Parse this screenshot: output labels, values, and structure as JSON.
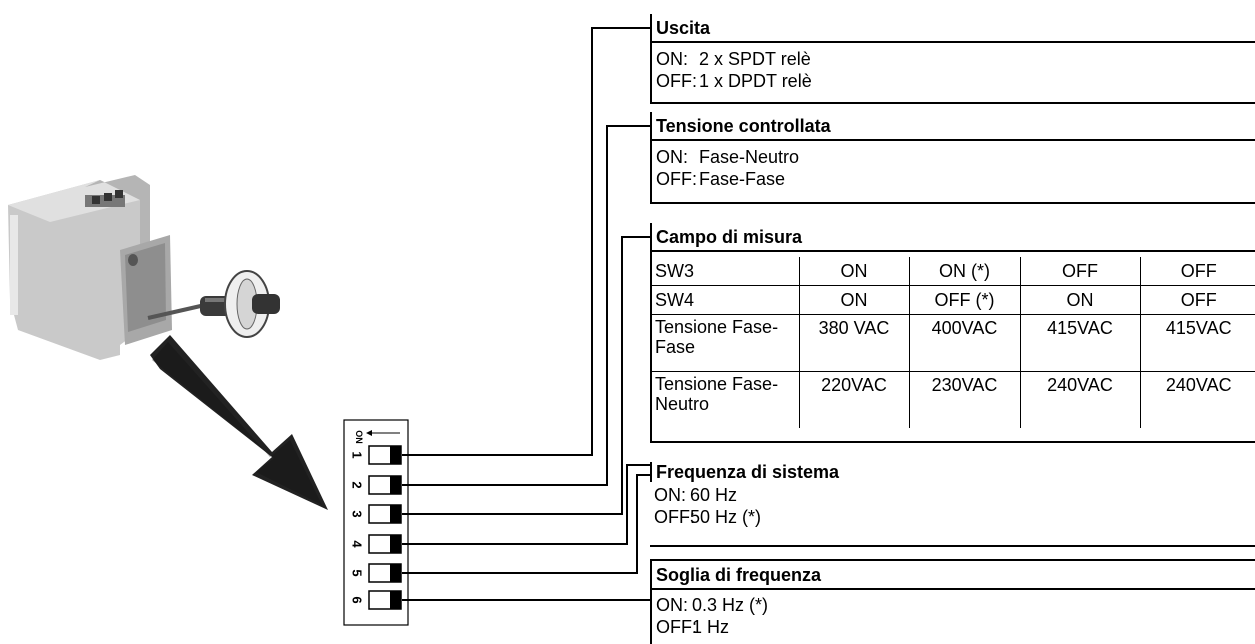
{
  "dip_switch": {
    "on_label": "ON",
    "positions": [
      "1",
      "2",
      "3",
      "4",
      "5",
      "6"
    ]
  },
  "sections": {
    "uscita": {
      "title": "Uscita",
      "options": [
        {
          "key": "ON:",
          "value": "2 x SPDT relè"
        },
        {
          "key": "OFF:",
          "value": "1 x DPDT relè"
        }
      ]
    },
    "tensione": {
      "title": "Tensione controllata",
      "options": [
        {
          "key": "ON:",
          "value": "Fase-Neutro"
        },
        {
          "key": "OFF:",
          "value": "Fase-Fase"
        }
      ]
    },
    "campo": {
      "title": "Campo di misura",
      "rows": [
        {
          "label": "SW3",
          "values": [
            "ON",
            "ON (*)",
            "OFF",
            "OFF"
          ]
        },
        {
          "label": "SW4",
          "values": [
            "ON",
            "OFF (*)",
            "ON",
            "OFF"
          ]
        },
        {
          "label": "Tensione Fase-Fase",
          "values": [
            "380 VAC",
            "400VAC",
            "415VAC",
            "415VAC"
          ]
        },
        {
          "label": "Tensione Fase-Neutro",
          "values": [
            "220VAC",
            "230VAC",
            "240VAC",
            "240VAC"
          ]
        }
      ]
    },
    "frequenza": {
      "title": "Frequenza di sistema",
      "options": [
        {
          "key": "ON:",
          "value": "60 Hz"
        },
        {
          "key": "OFF:",
          "value": "50 Hz (*)"
        }
      ]
    },
    "soglia": {
      "title": "Soglia di frequenza",
      "options": [
        {
          "key": "ON:",
          "value": "0.3 Hz (*)"
        },
        {
          "key": "OFF:",
          "value": "1 Hz"
        }
      ]
    }
  }
}
